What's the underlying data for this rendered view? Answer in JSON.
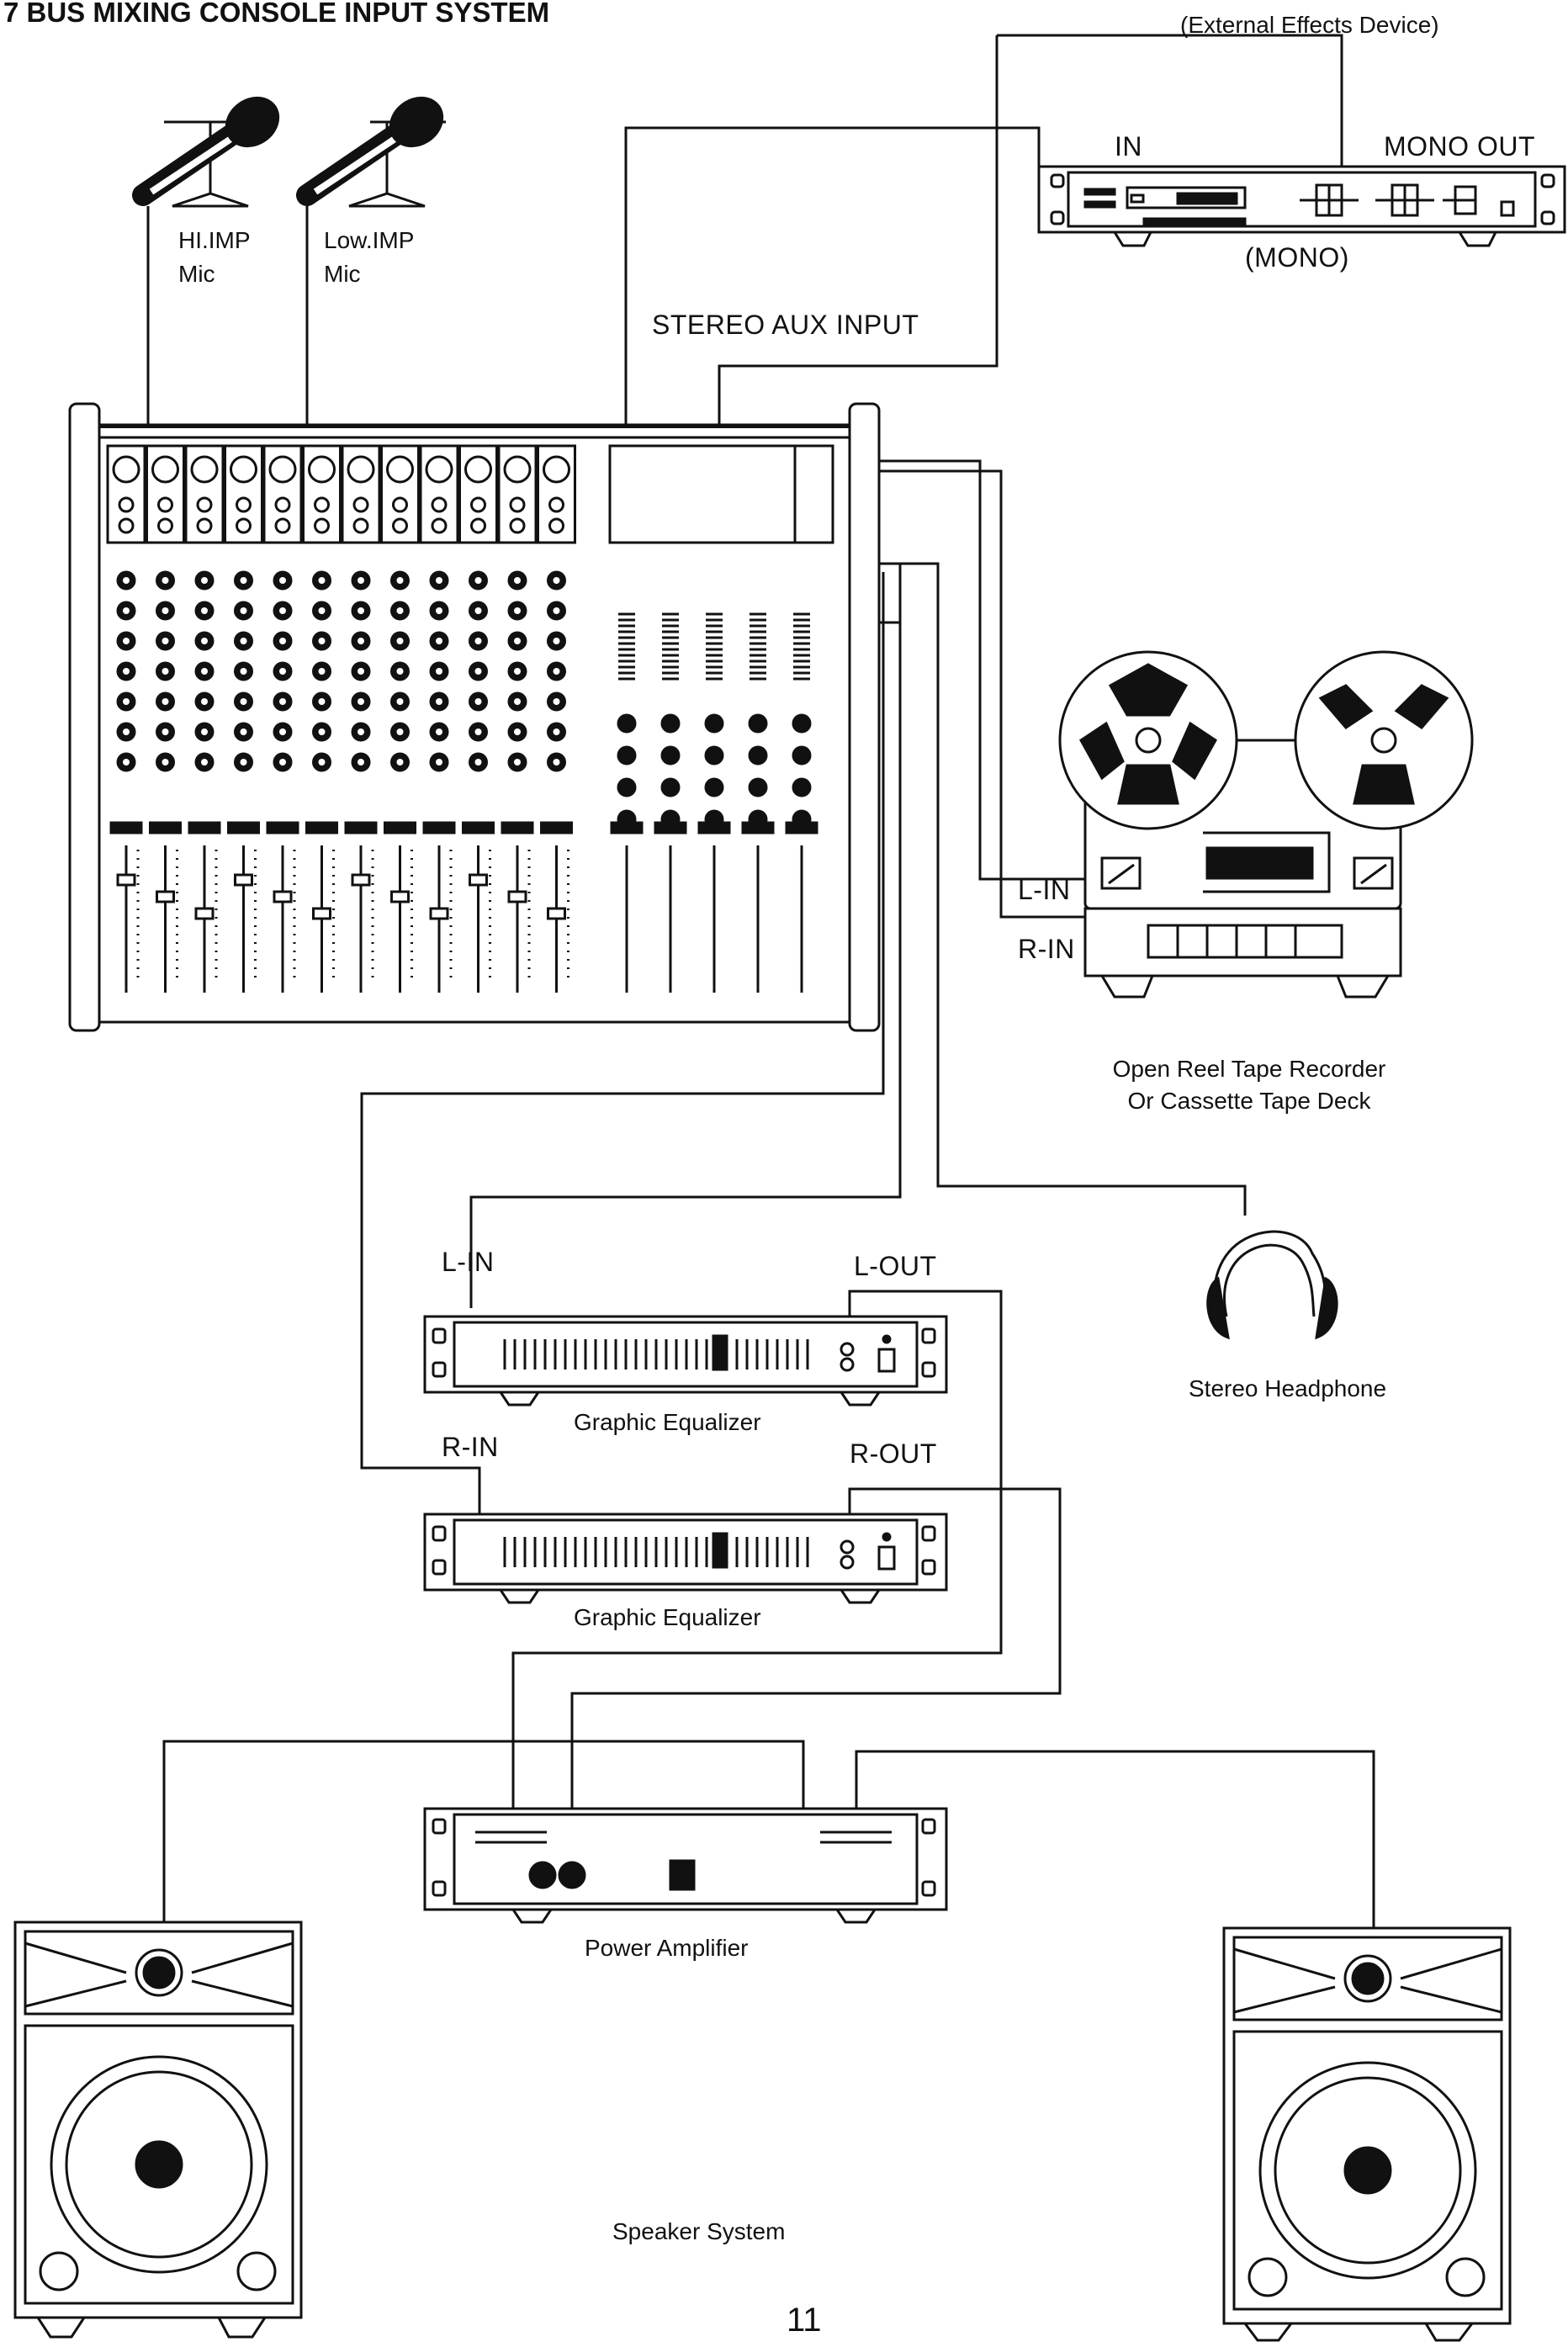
{
  "diagram": {
    "title": "7 BUS MIXING CONSOLE INPUT SYSTEM",
    "page_number": "11",
    "labels": {
      "external_effects": "(External Effects Device)",
      "effects_in": "IN",
      "effects_mono_out": "MONO OUT",
      "effects_mono": "(MONO)",
      "mic_hi": "HI.IMP",
      "mic_hi_sub": "Mic",
      "mic_low": "Low.IMP",
      "mic_low_sub": "Mic",
      "stereo_aux_input": "STEREO AUX INPUT",
      "tape_l_in": "L-IN",
      "tape_r_in": "R-IN",
      "tape_caption_1": "Open Reel Tape Recorder",
      "tape_caption_2": "Or Cassette Tape Deck",
      "eq1_l_in": "L-IN",
      "eq1_l_out": "L-OUT",
      "eq1_caption": "Graphic Equalizer",
      "eq2_r_in": "R-IN",
      "eq2_r_out": "R-OUT",
      "eq2_caption": "Graphic Equalizer",
      "headphone_caption": "Stereo Headphone",
      "amp_caption": "Power Amplifier",
      "speaker_caption": "Speaker System"
    }
  }
}
